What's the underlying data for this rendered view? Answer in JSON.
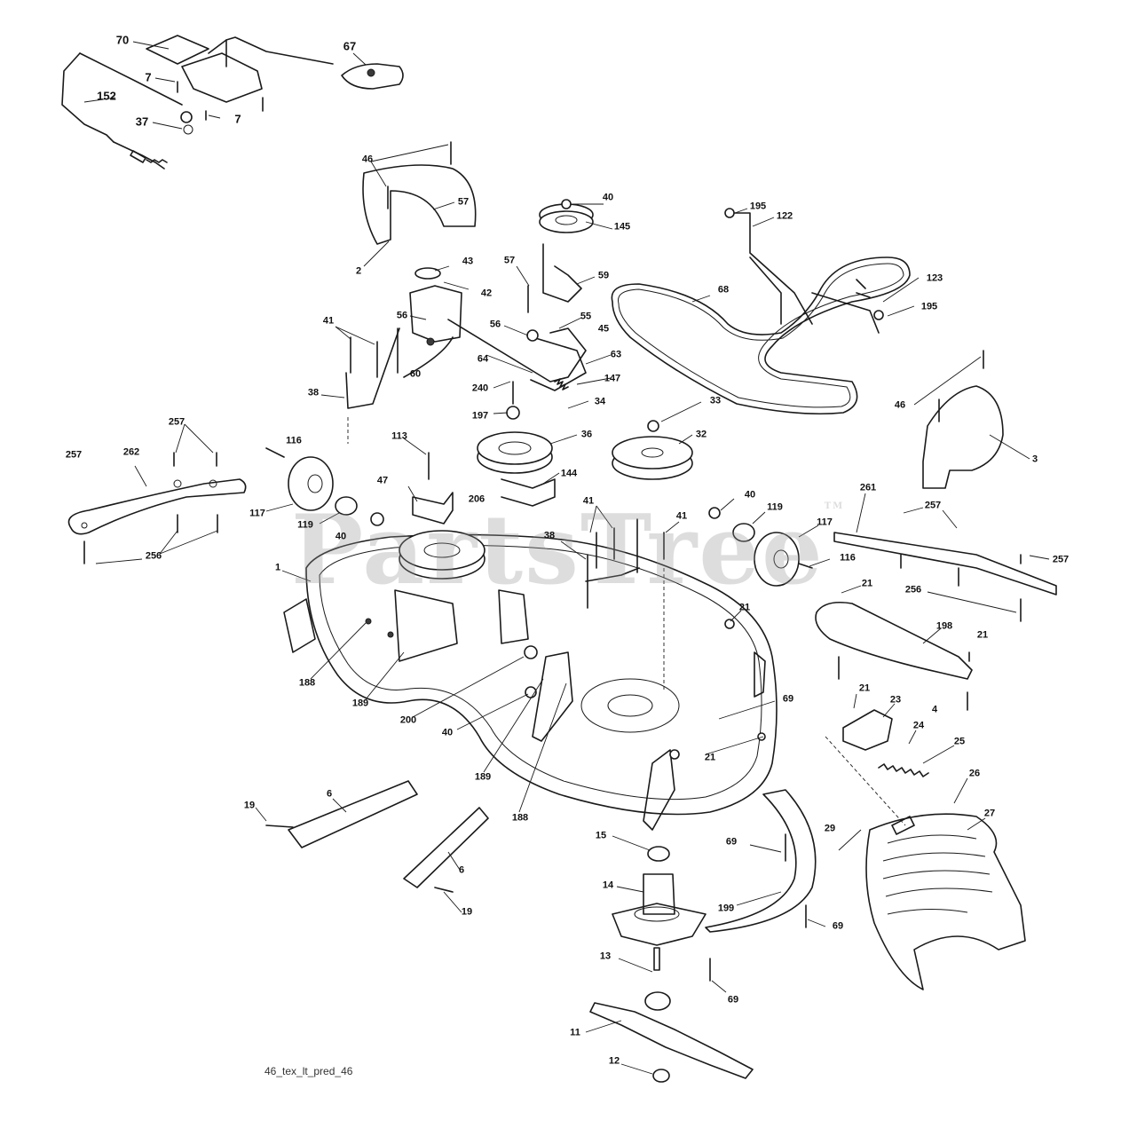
{
  "diagram": {
    "code": "46_tex_lt_pred_46",
    "watermark": "PartsTree",
    "watermark_tm": "TM"
  },
  "callouts": {
    "c70": "70",
    "c67": "67",
    "c7a": "7",
    "c7b": "7",
    "c152": "152",
    "c37": "37",
    "c46a": "46",
    "c2": "2",
    "c40a": "40",
    "c145": "145",
    "c57a": "57",
    "c43": "43",
    "c42": "42",
    "c57b": "57",
    "c59": "59",
    "c195a": "195",
    "c122": "122",
    "c68": "68",
    "c123": "123",
    "c195b": "195",
    "c56a": "56",
    "c41a": "41",
    "c55": "55",
    "c56b": "56",
    "c45": "45",
    "c60": "60",
    "c64": "64",
    "c63": "63",
    "c38a": "38",
    "c240": "240",
    "c147": "147",
    "c197": "197",
    "c34": "34",
    "c33": "33",
    "c46b": "46",
    "c257a": "257",
    "c257b": "257",
    "c262": "262",
    "c116a": "116",
    "c113": "113",
    "c36": "36",
    "c32": "32",
    "c3": "3",
    "c47": "47",
    "c144": "144",
    "c117a": "117",
    "c119a": "119",
    "c206": "206",
    "c261": "261",
    "c40b": "40",
    "c41b": "41",
    "c41c": "41",
    "c119b": "119",
    "c117b": "117",
    "c257c": "257",
    "c257d": "257",
    "c256a": "256",
    "c40c": "40",
    "c38b": "38",
    "c1": "1",
    "c116b": "116",
    "c21a": "21",
    "c256b": "256",
    "c21b": "21",
    "c198": "198",
    "c21c": "21",
    "c188a": "188",
    "c189a": "189",
    "c200": "200",
    "c40d": "40",
    "c69a": "69",
    "c21d": "21",
    "c23": "23",
    "c4": "4",
    "c24": "24",
    "c25": "25",
    "c21e": "21",
    "c189b": "189",
    "c188b": "188",
    "c26": "26",
    "c27": "27",
    "c6a": "6",
    "c19a": "19",
    "c6b": "6",
    "c19b": "19",
    "c15": "15",
    "c29": "29",
    "c69b": "69",
    "c14": "14",
    "c199": "199",
    "c69c": "69",
    "c13": "13",
    "c69d": "69",
    "c11": "11",
    "c12": "12"
  }
}
